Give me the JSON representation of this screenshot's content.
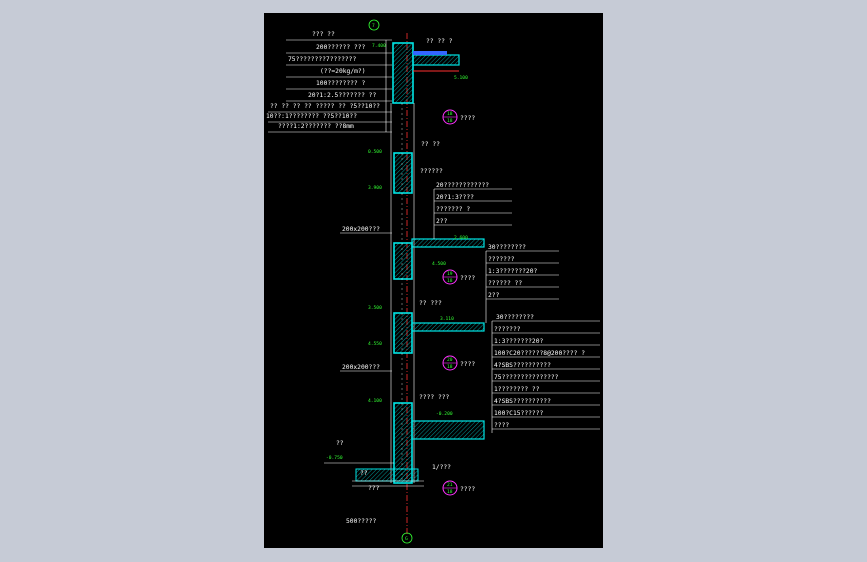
{
  "colors": {
    "background": "#c6cbd6",
    "sheet": "#000000",
    "wall": "#00e5e5",
    "text": "#ffffff",
    "level": "#33ff33",
    "axis": "#ff3030",
    "detail_marker": "#ff33ff"
  },
  "axis_labels": {
    "top": "7",
    "bottom": "G"
  },
  "top_notes": [
    "??? ??",
    "200?????? ???",
    "75????????7???????",
    "(??=20kg/m?)",
    "100???????? ?",
    "20?1:2.5??????? ??",
    "?? ?? ?? ?? ????? ?? ?5??10??",
    "10??:1???????? ??5??10??",
    "????1:2??????? ??8mm"
  ],
  "detail_refs": [
    {
      "num": "18",
      "sheet": "18",
      "text": "????"
    },
    {
      "num": "19",
      "sheet": "18",
      "text": "????"
    },
    {
      "num": "20",
      "sheet": "18",
      "text": "????"
    },
    {
      "num": "21",
      "sheet": "18",
      "text": "????"
    }
  ],
  "mid_notes_a": [
    "20????????????",
    "20?1:3????",
    "??????? ?",
    "2??"
  ],
  "mid_notes_b": [
    "30????????",
    "???????",
    "1:3???????20?",
    "?????? ??",
    "2??"
  ],
  "mid_notes_c": [
    "30????????",
    "???????",
    "1:3???????20?",
    "100?C20??????8@200???? ?",
    "4?SBS??????????",
    "75???????????????",
    "1???????? ??",
    "4?SBS??????????",
    "100?C15??????",
    "????"
  ],
  "small_labels": {
    "parapet": "?? ?? ?",
    "wall_a": "?? ??",
    "wall_b": "??????",
    "wall_c": "?? ???",
    "wall_d": "???? ???",
    "left_a": "200x200???",
    "left_b": "200x200???",
    "foot_a": "??",
    "foot_b": "??",
    "foot_c": "1/???",
    "foot_d": "???",
    "bottom": "500?????"
  },
  "levels": [
    "7.400",
    "5.100",
    "0.500",
    "3.900",
    "2.600",
    "4.500",
    "3.500",
    "3.110",
    "4.550",
    "4.100",
    "-0.200",
    "-0.750"
  ]
}
